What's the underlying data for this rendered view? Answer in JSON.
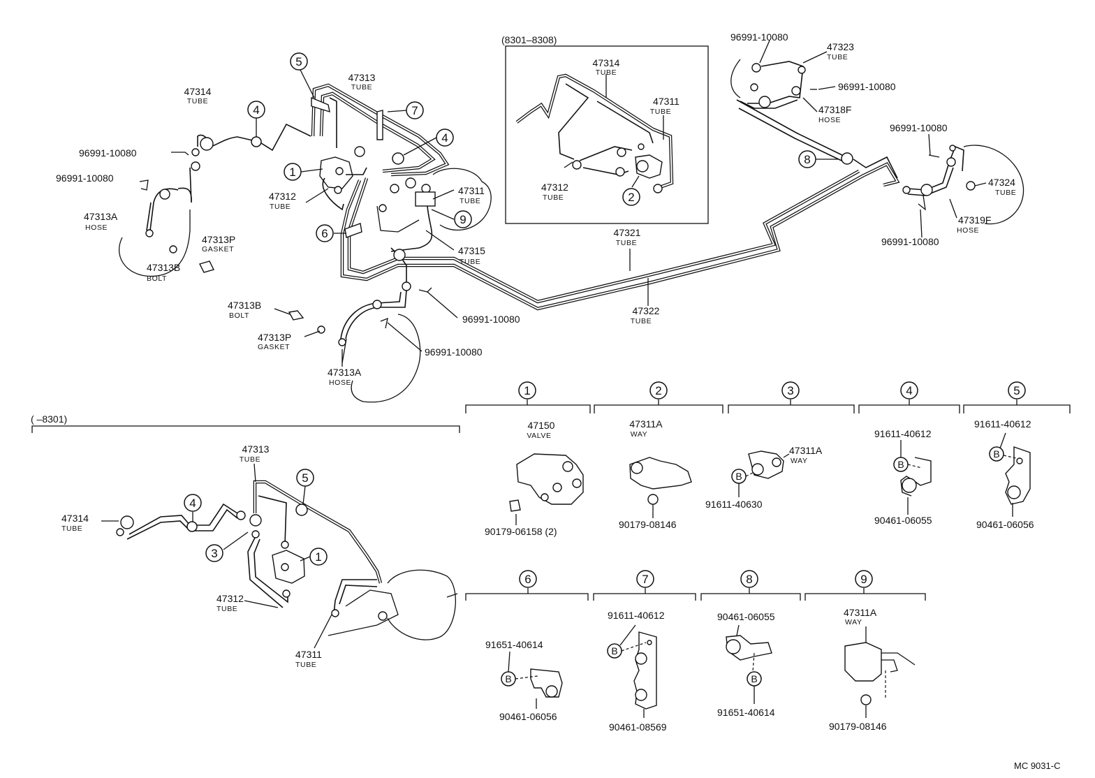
{
  "diagram_code": "MC 9031-C",
  "groups": {
    "range_a": "(8301–8308)",
    "range_b": "(        –8301)"
  },
  "upper_left": {
    "p47314": "47314",
    "p47314_name": "TUBE",
    "p96991_a": "96991-10080",
    "p96991_b": "96991-10080",
    "p47313a": "47313A",
    "p47313a_name": "HOSE",
    "p47313p": "47313P",
    "p47313p_name": "GASKET",
    "p47313b": "47313B",
    "p47313b_name": "BOLT",
    "p47313": "47313",
    "p47313_name": "TUBE",
    "p47312": "47312",
    "p47312_name": "TUBE",
    "p47311": "47311",
    "p47311_name": "TUBE",
    "p47315": "47315",
    "p47315_name": "TUBE",
    "p47313b2": "47313B",
    "p47313b2_name": "BOLT",
    "p47313p2": "47313P",
    "p47313p2_name": "GASKET",
    "p96991_c": "96991-10080",
    "p96991_d": "96991-10080",
    "p47313a2": "47313A",
    "p47313a2_name": "HOSE",
    "c5": "5",
    "c4a": "4",
    "c4b": "4",
    "c7": "7",
    "c1": "1",
    "c6": "6",
    "c9": "9"
  },
  "inset": {
    "p47314": "47314",
    "p47314_name": "TUBE",
    "p47311": "47311",
    "p47311_name": "TUBE",
    "p47312": "47312",
    "p47312_name": "TUBE",
    "c2": "2"
  },
  "middle": {
    "p47321": "47321",
    "p47321_name": "TUBE",
    "p47322": "47322",
    "p47322_name": "TUBE",
    "c8": "8"
  },
  "upper_right": {
    "p96991_a": "96991-10080",
    "p47323": "47323",
    "p47323_name": "TUBE",
    "p96991_b": "96991-10080",
    "p47318f": "47318F",
    "p47318f_name": "HOSE",
    "p96991_c": "96991-10080",
    "p47324": "47324",
    "p47324_name": "TUBE",
    "p47319f": "47319F",
    "p47319f_name": "HOSE",
    "p96991_d": "96991-10080"
  },
  "lower_left": {
    "p47313": "47313",
    "p47313_name": "TUBE",
    "p47314": "47314",
    "p47314_name": "TUBE",
    "p47312": "47312",
    "p47312_name": "TUBE",
    "p47311": "47311",
    "p47311_name": "TUBE",
    "c4": "4",
    "c5": "5",
    "c3": "3",
    "c1": "1"
  },
  "detail_1": {
    "num": "1",
    "p47150": "47150",
    "p47150_name": "VALVE",
    "p90179": "90179-06158 (2)"
  },
  "detail_2": {
    "num": "2",
    "p47311a": "47311A",
    "p47311a_name": "WAY",
    "p90179": "90179-08146"
  },
  "detail_3": {
    "num": "3",
    "p47311a": "47311A",
    "p47311a_name": "WAY",
    "p91611": "91611-40630",
    "b": "B"
  },
  "detail_4": {
    "num": "4",
    "p91611": "91611-40612",
    "p90461": "90461-06055",
    "b": "B"
  },
  "detail_5": {
    "num": "5",
    "p91611": "91611-40612",
    "p90461": "90461-06056",
    "b": "B"
  },
  "detail_6": {
    "num": "6",
    "p91651": "91651-40614",
    "p90461": "90461-06056",
    "b": "B"
  },
  "detail_7": {
    "num": "7",
    "p91611": "91611-40612",
    "p90461": "90461-08569",
    "b": "B"
  },
  "detail_8": {
    "num": "8",
    "p90461": "90461-06055",
    "p91651": "91651-40614",
    "b": "B"
  },
  "detail_9": {
    "num": "9",
    "p47311a": "47311A",
    "p47311a_name": "WAY",
    "p90179": "90179-08146"
  }
}
